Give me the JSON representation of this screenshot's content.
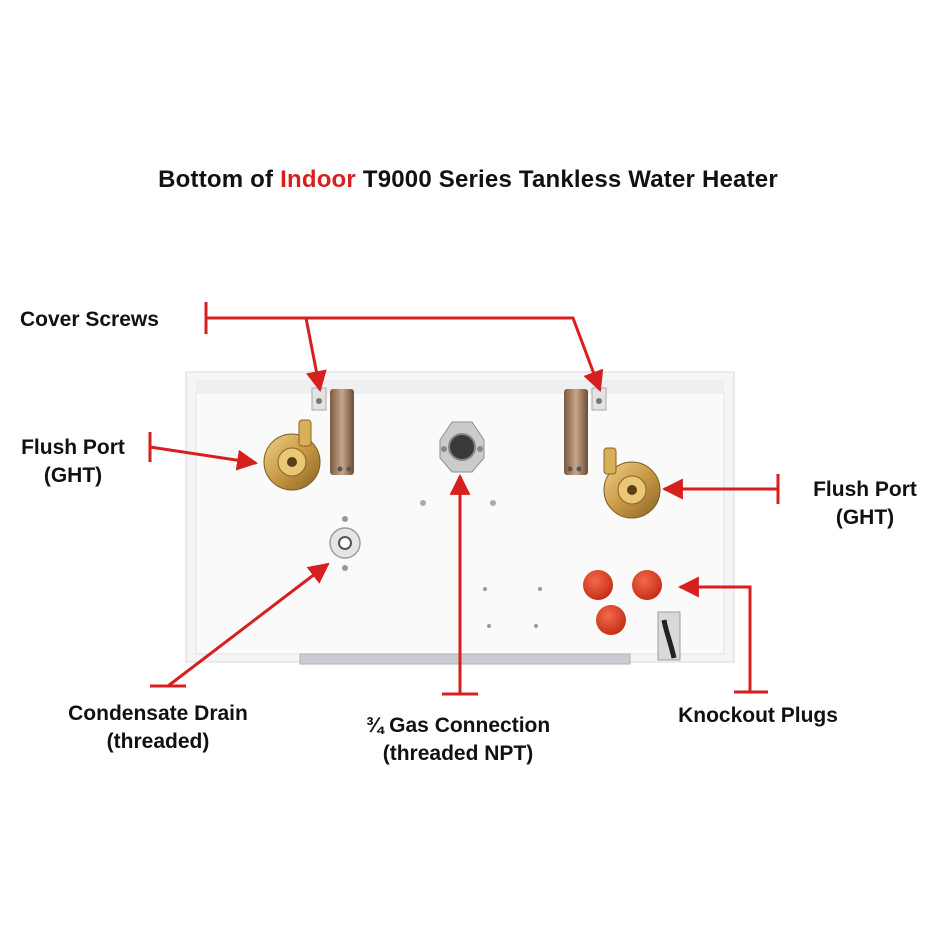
{
  "title": {
    "prefix": "Bottom of ",
    "highlight": "Indoor",
    "suffix": " T9000 Series Tankless Water Heater"
  },
  "callouts": {
    "cover_screws": "Cover Screws",
    "flush_port_left": {
      "line1": "Flush Port",
      "line2": "(GHT)"
    },
    "flush_port_right": {
      "line1": "Flush Port",
      "line2": "(GHT)"
    },
    "condensate_drain": {
      "line1": "Condensate Drain",
      "line2": "(threaded)"
    },
    "gas_connection": {
      "line1": "¾ Gas Connection",
      "line2": "(threaded NPT)"
    },
    "knockout_plugs": "Knockout Plugs"
  },
  "colors": {
    "accent": "#d61f1f",
    "text": "#111111",
    "brass": "#c89a45",
    "knockout": "#d9391d"
  }
}
